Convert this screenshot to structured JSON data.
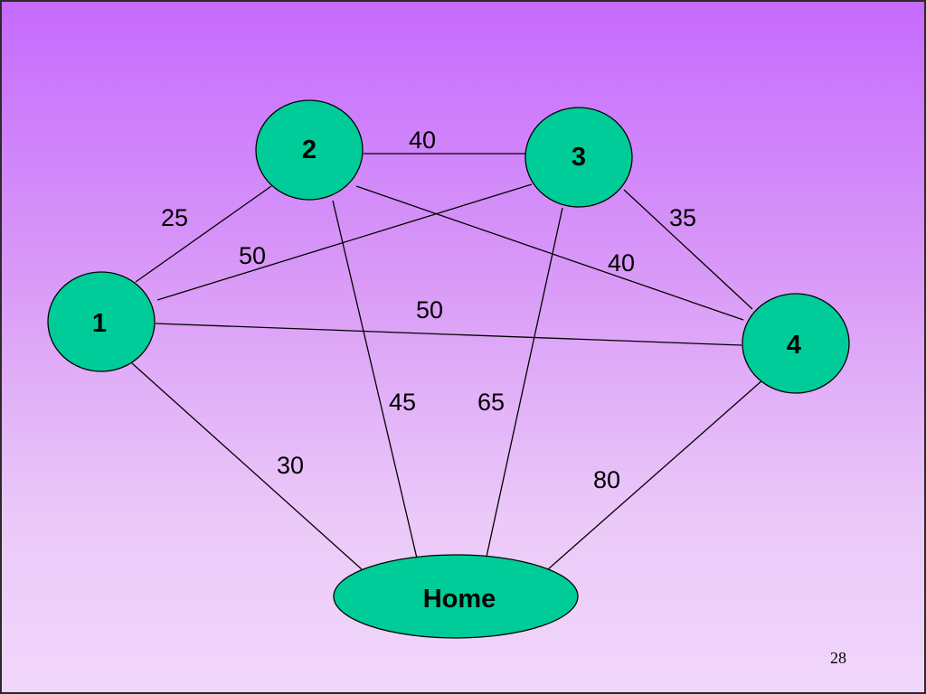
{
  "diagram": {
    "nodes": [
      {
        "id": "2",
        "label": "2"
      },
      {
        "id": "3",
        "label": "3"
      },
      {
        "id": "1",
        "label": "1"
      },
      {
        "id": "4",
        "label": "4"
      },
      {
        "id": "home",
        "label": "Home"
      }
    ],
    "edges": [
      {
        "from": "2",
        "to": "3",
        "weight": "40"
      },
      {
        "from": "1",
        "to": "2",
        "weight": "25"
      },
      {
        "from": "1",
        "to": "3",
        "weight": "50"
      },
      {
        "from": "1",
        "to": "4",
        "weight": "50"
      },
      {
        "from": "2",
        "to": "4",
        "weight": "40"
      },
      {
        "from": "3",
        "to": "4",
        "weight": "35"
      },
      {
        "from": "2",
        "to": "home",
        "weight": "45"
      },
      {
        "from": "3",
        "to": "home",
        "weight": "65"
      },
      {
        "from": "1",
        "to": "home",
        "weight": "30"
      },
      {
        "from": "4",
        "to": "home",
        "weight": "80"
      }
    ],
    "colors": {
      "node_fill": "#00cc99",
      "background_top": "#c66bfe",
      "background_bottom": "#f1d6fb"
    }
  },
  "slide": {
    "page_number": "28"
  }
}
